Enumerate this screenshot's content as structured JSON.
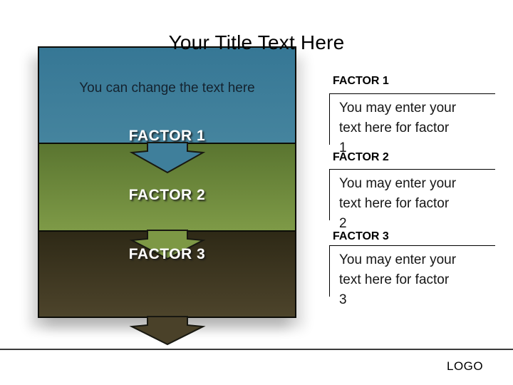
{
  "colors": {
    "teal-top": "#367795",
    "teal-bottom": "#45849e",
    "green-top": "#5a7530",
    "green-bottom": "#7e9a47",
    "dark-top": "#2e2916",
    "dark-bottom": "#4d442b",
    "teal-arrow": "#3f7f9b",
    "green-arrow": "#7d9845",
    "dark-arrow": "#4a4129",
    "block-border": "#0d0d08",
    "text-dark": "#14222e",
    "line": "#3a3a3a"
  },
  "title": "Your Title Text Here",
  "diagram": {
    "intro": "You can change the text here",
    "blocks": [
      {
        "label": "FACTOR 1"
      },
      {
        "label": "FACTOR 2"
      },
      {
        "label": "FACTOR 3"
      }
    ]
  },
  "sections": [
    {
      "heading": "FACTOR 1",
      "body_lines": [
        "You may enter your",
        "text here for factor",
        "1"
      ]
    },
    {
      "heading": "FACTOR 2",
      "body_lines": [
        "You may enter your",
        "text here for factor",
        "2"
      ]
    },
    {
      "heading": "FACTOR 3",
      "body_lines": [
        "You may enter your",
        "text here for factor",
        "3"
      ]
    }
  ],
  "footer": {
    "logo": "LOGO"
  }
}
